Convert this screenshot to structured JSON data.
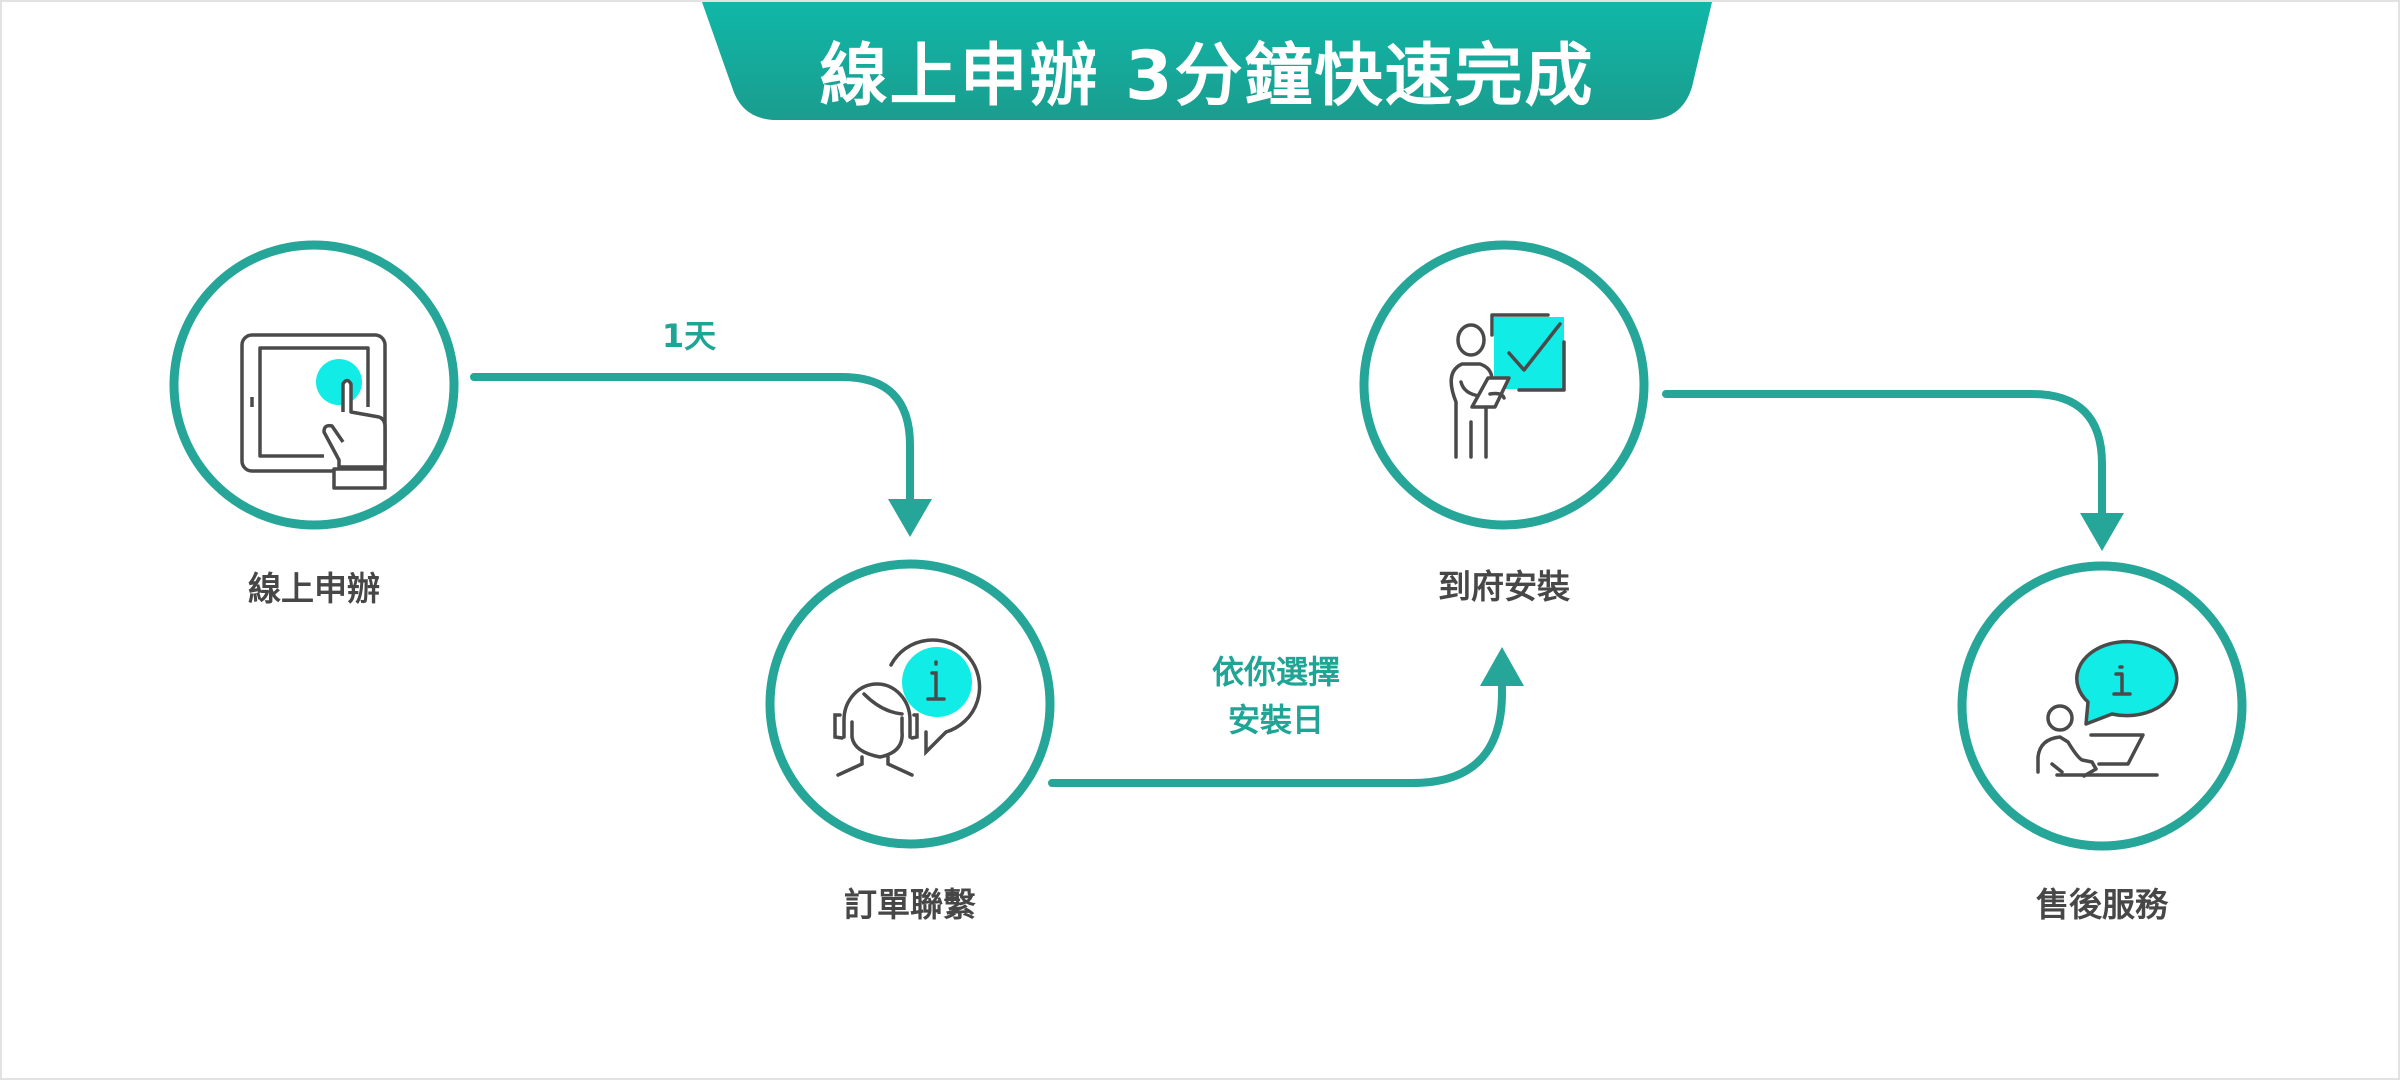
{
  "header": {
    "title": "線上申辦 3分鐘快速完成"
  },
  "steps": [
    {
      "label": "線上申辦",
      "icon": "tablet-touch-icon"
    },
    {
      "label": "訂單聯繫",
      "icon": "customer-service-info-icon"
    },
    {
      "label": "到府安裝",
      "icon": "installer-checklist-icon"
    },
    {
      "label": "售後服務",
      "icon": "laptop-support-icon"
    }
  ],
  "transitions": [
    {
      "line1": "1天"
    },
    {
      "line1": "依你選擇",
      "line2": "安裝日"
    }
  ],
  "colors": {
    "teal": "#26a699",
    "cyan": "#12ece6",
    "ink": "#474747"
  }
}
